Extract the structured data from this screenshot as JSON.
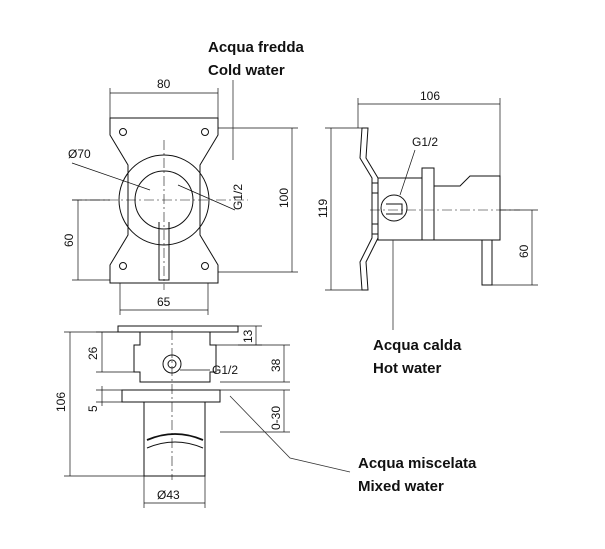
{
  "labels": {
    "cold_it": "Acqua fredda",
    "cold_en": "Cold water",
    "hot_it": "Acqua calda",
    "hot_en": "Hot water",
    "mixed_it": "Acqua miscelata",
    "mixed_en": "Mixed water"
  },
  "front_view": {
    "width": "80",
    "diameter": "Ø70",
    "thread": "G1/2",
    "height": "100",
    "offset": "60",
    "bottom_width": "65"
  },
  "side_view": {
    "depth": "106",
    "height": "119",
    "thread": "G1/2",
    "offset": "60"
  },
  "top_view": {
    "dim_13": "13",
    "dim_26": "26",
    "dim_38": "38",
    "thread": "G1/2",
    "dim_5": "5",
    "dim_106": "106",
    "range": "0-30",
    "diameter": "Ø43"
  },
  "colors": {
    "line": "#111111",
    "background": "#ffffff"
  }
}
